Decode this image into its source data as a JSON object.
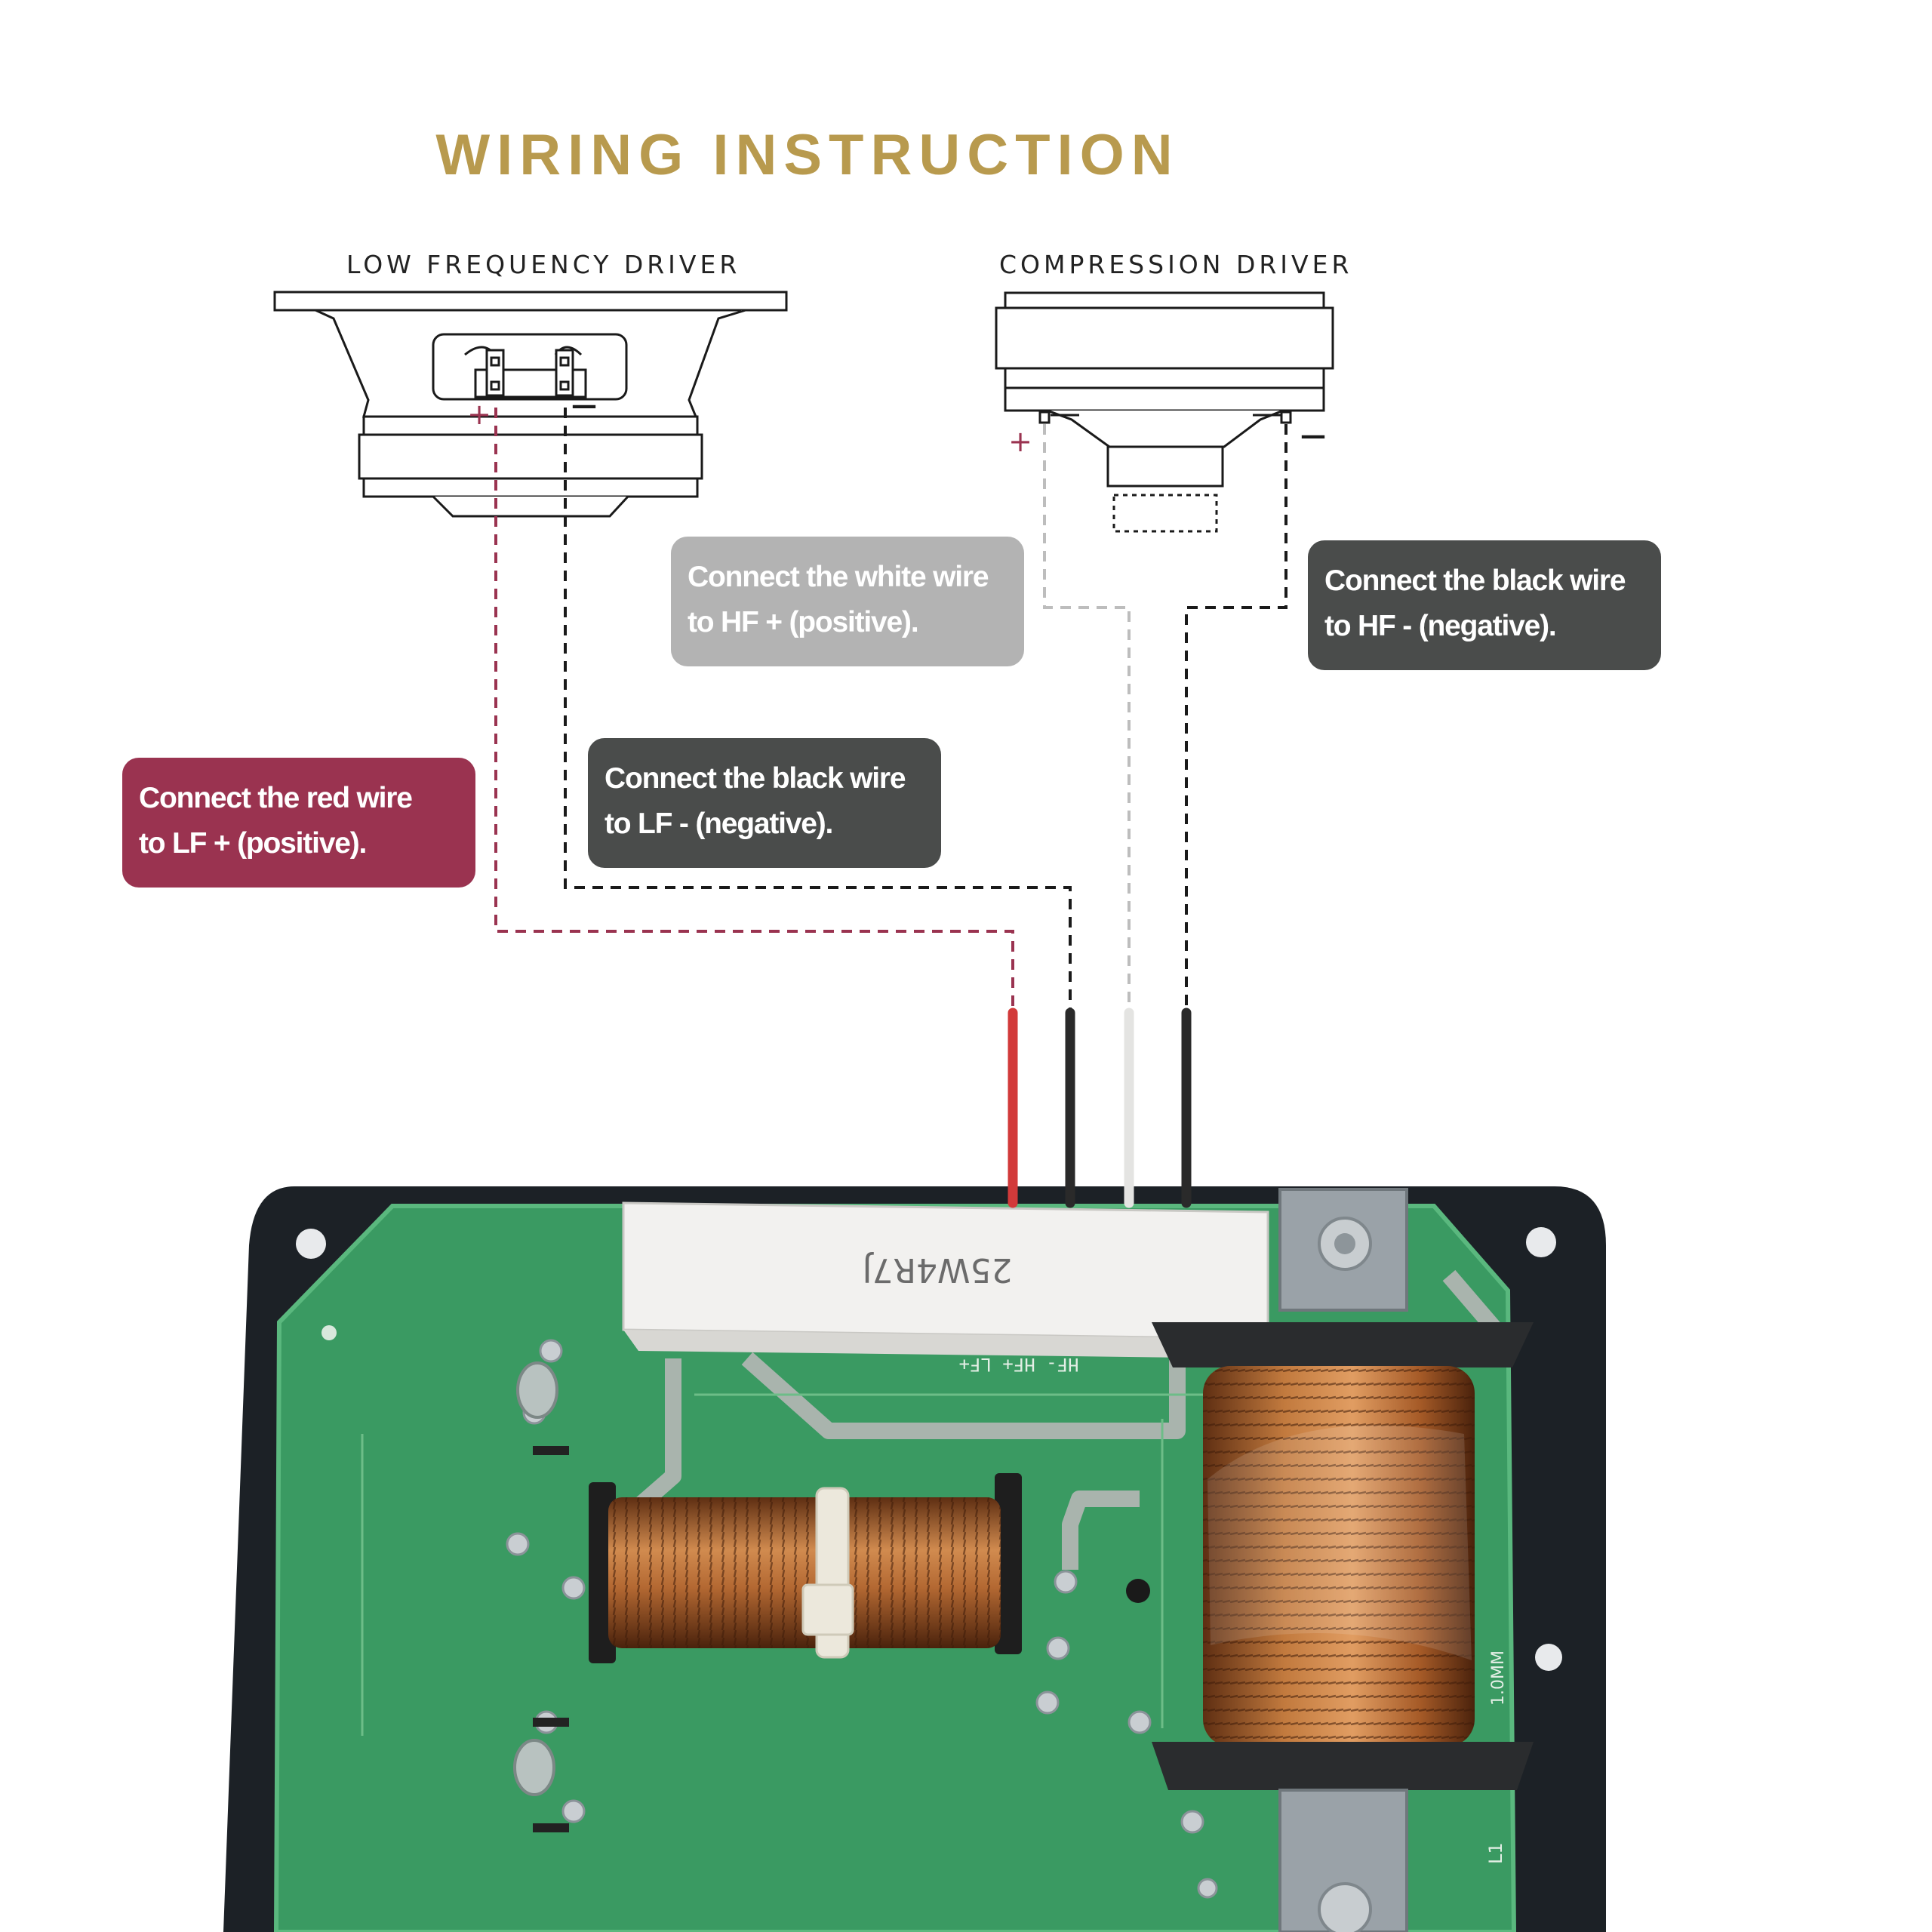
{
  "title": "WIRING INSTRUCTION",
  "drivers": {
    "low_frequency": {
      "label": "LOW FREQUENCY DRIVER",
      "plus": "+",
      "minus": "—"
    },
    "compression": {
      "label": "COMPRESSION DRIVER",
      "plus": "+",
      "minus": "—"
    }
  },
  "callouts": {
    "white_wire": {
      "line1": "Connect the white wire",
      "line2": "to HF + (positive)."
    },
    "hf_black_wire": {
      "line1": "Connect the black wire",
      "line2": "to  HF - (negative)."
    },
    "lf_black_wire": {
      "line1": "Connect the black wire",
      "line2": "to  LF - (negative)."
    },
    "red_wire": {
      "line1": "Connect the red wire",
      "line2": "to  LF + (positive)."
    }
  },
  "board": {
    "resistor_marking": "25W4R7J",
    "silkscreen_terminals": "HF-  HF+  LF+",
    "coil_marking": "1.0MM",
    "inductor_label": "L1"
  },
  "colors": {
    "title": "#b89a4e",
    "red_wire": "#9a3350",
    "black_wire": "#4a4c4b",
    "white_wire": "#b3b3b3",
    "pcb": "#3a9a62",
    "copper": "#b86a32"
  }
}
